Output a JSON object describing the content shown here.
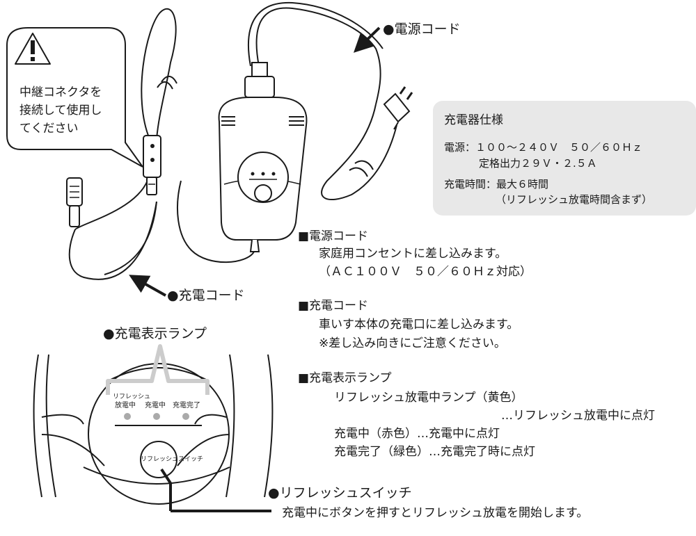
{
  "warning": {
    "icon": "warning-icon",
    "lines": [
      "中継コネクタを",
      "接続して使用し",
      "てください"
    ]
  },
  "labels": {
    "power_cord": "●電源コード",
    "charge_cord": "●充電コード",
    "lamp": "●充電表示ランプ",
    "refresh_switch": "●リフレッシュスイッチ",
    "refresh_switch_desc": "充電中にボタンを押すとリフレッシュ放電を開始します。"
  },
  "spec_box": {
    "title": "充電器仕様",
    "line1": "電源：１００～２４０Ｖ　５０／６０Ｈｚ",
    "line2": "定格出力２９Ｖ・２.５Ａ",
    "line3": "充電時間：最大６時間",
    "line4": "（リフレッシュ放電時間含まず）",
    "bg_color": "#e8e8e8"
  },
  "sections": {
    "power_cord": {
      "heading": "■電源コード",
      "line1": "家庭用コンセントに差し込みます。",
      "line2": "（ＡＣ１００Ｖ　５０／６０Ｈｚ対応）"
    },
    "charge_cord": {
      "heading": "■充電コード",
      "line1": "車いす本体の充電口に差し込みます。",
      "line2": "※差し込み向きにご注意ください。"
    },
    "lamp": {
      "heading": "■充電表示ランプ",
      "line1": "リフレッシュ放電中ランプ（黄色）",
      "line2": "…リフレッシュ放電中に点灯",
      "line3": "充電中（赤色）…充電中に点灯",
      "line4": "充電完了（緑色）…充電完了時に点灯"
    }
  },
  "panel": {
    "lamp1_line1": "リフレッシュ",
    "lamp1_line2": "放電中",
    "lamp2": "充電中",
    "lamp3": "充電完了",
    "switch_label": "リフレッシュスイッチ"
  }
}
